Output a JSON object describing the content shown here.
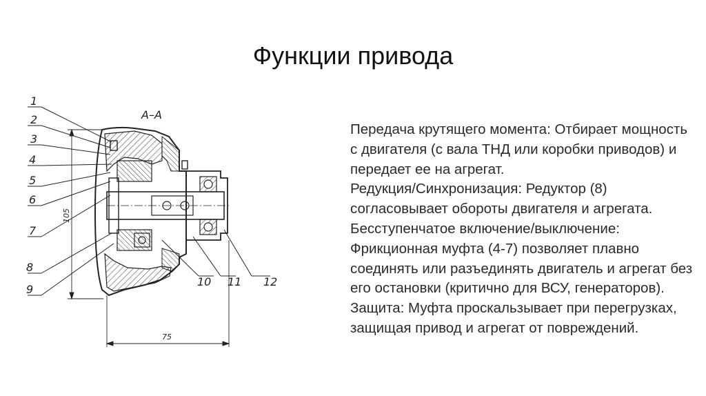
{
  "title": "Функции привода",
  "drawing": {
    "section_label": "А–А",
    "part_labels": [
      "1",
      "2",
      "3",
      "4",
      "5",
      "6",
      "7",
      "8",
      "9",
      "10",
      "11",
      "12"
    ],
    "dim_height": "105",
    "dim_width": "75"
  },
  "text": {
    "p1": "Передача крутящего момента: Отбирает мощность с двигателя (с вала ТНД или коробки приводов) и передает ее на агрегат.",
    "p2": "Редукция/Синхронизация: Редуктор (8) согласовывает обороты двигателя и агрегата.",
    "p3": "Бесступенчатое включение/выключение: Фрикционная муфта (4-7) позволяет плавно соединять или разъединять двигатель и агрегат без его остановки (критично для ВСУ, генераторов).",
    "p4": "Защита: Муфта проскальзывает при перегрузках, защищая привод и агрегат от повреждений."
  }
}
